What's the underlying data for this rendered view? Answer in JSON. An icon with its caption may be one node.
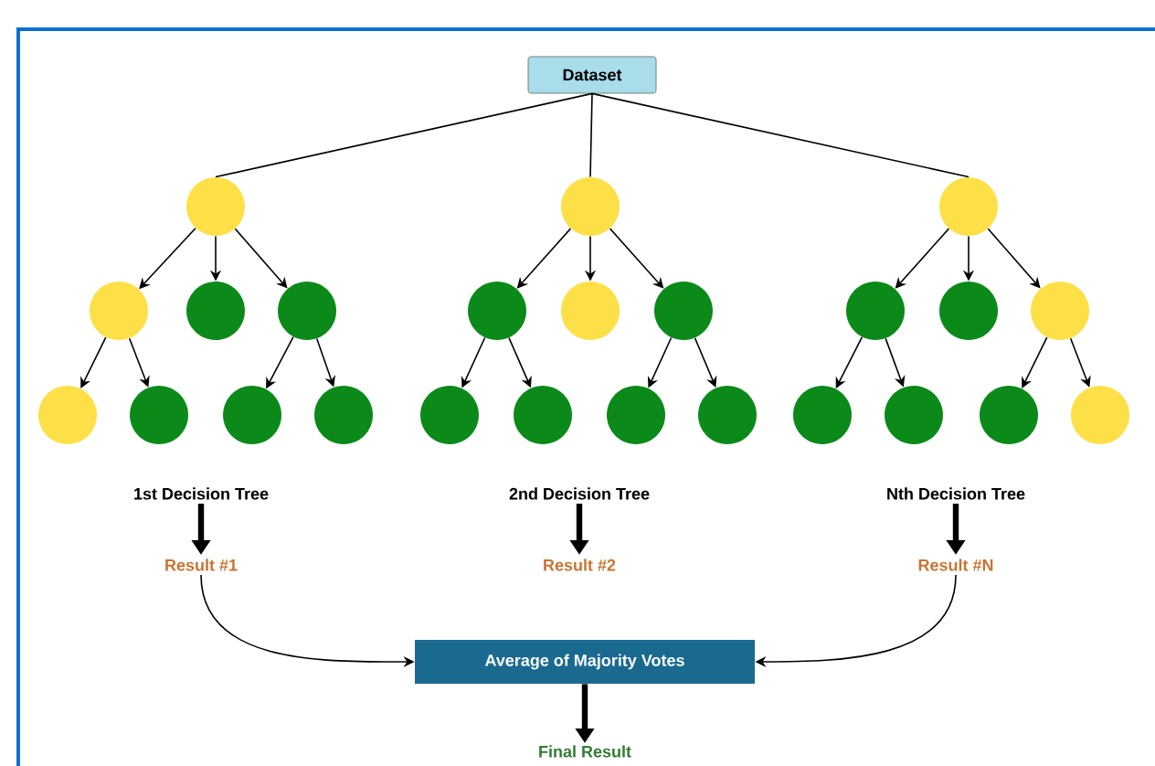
{
  "diagram": {
    "nodes": [
      {
        "text": [
          "Dataset"
        ]
      },
      {
        "text": [],
        "shape": "circle"
      },
      {
        "text": [],
        "shape": "circle"
      },
      {
        "text": [],
        "shape": "circle"
      },
      {
        "text": [],
        "shape": "circle"
      },
      {
        "text": [],
        "shape": "circle"
      },
      {
        "text": [],
        "shape": "circle"
      },
      {
        "text": [],
        "shape": "circle"
      },
      {
        "text": [],
        "shape": "circle"
      },
      {
        "text": [],
        "shape": "circle"
      },
      {
        "text": [],
        "shape": "circle"
      },
      {
        "text": [],
        "shape": "circle"
      },
      {
        "text": [],
        "shape": "circle"
      },
      {
        "text": [],
        "shape": "circle"
      },
      {
        "text": [],
        "shape": "circle"
      },
      {
        "text": [],
        "shape": "circle"
      },
      {
        "text": [],
        "shape": "circle"
      },
      {
        "text": [],
        "shape": "circle"
      },
      {
        "text": [],
        "shape": "circle"
      },
      {
        "text": [],
        "shape": "circle"
      },
      {
        "text": [],
        "shape": "circle"
      },
      {
        "text": [],
        "shape": "circle"
      },
      {
        "text": [],
        "shape": "circle"
      },
      {
        "text": [],
        "shape": "circle"
      },
      {
        "text": [],
        "shape": "circle"
      },
      {
        "text": [
          "1st Decision Tree"
        ]
      },
      {
        "text": [
          "2nd Decision Tree"
        ]
      },
      {
        "text": [
          "Nth Decision Tree"
        ]
      },
      {
        "text": [
          "Result #1"
        ]
      },
      {
        "text": [
          "Result #2"
        ]
      },
      {
        "text": [
          "Result #N"
        ]
      },
      {
        "text": [
          "Average of Majority Votes"
        ]
      },
      {
        "text": [
          "Final Result"
        ]
      }
    ],
    "edges": [
      {
        "from": 0,
        "to": 1,
        "arrow": "none"
      },
      {
        "from": 0,
        "to": 9,
        "arrow": "none"
      },
      {
        "from": 0,
        "to": 17,
        "arrow": "none"
      },
      {
        "from": 1,
        "to": 2,
        "arrow": "to"
      },
      {
        "from": 1,
        "to": 3,
        "arrow": "to"
      },
      {
        "from": 1,
        "to": 4,
        "arrow": "to"
      },
      {
        "from": 2,
        "to": 5,
        "arrow": "to"
      },
      {
        "from": 2,
        "to": 6,
        "arrow": "to"
      },
      {
        "from": 4,
        "to": 7,
        "arrow": "to"
      },
      {
        "from": 4,
        "to": 8,
        "arrow": "to"
      },
      {
        "from": 9,
        "to": 10,
        "arrow": "to"
      },
      {
        "from": 9,
        "to": 11,
        "arrow": "to"
      },
      {
        "from": 9,
        "to": 12,
        "arrow": "to"
      },
      {
        "from": 10,
        "to": 13,
        "arrow": "to"
      },
      {
        "from": 10,
        "to": 14,
        "arrow": "to"
      },
      {
        "from": 12,
        "to": 15,
        "arrow": "to"
      },
      {
        "from": 12,
        "to": 16,
        "arrow": "to"
      },
      {
        "from": 17,
        "to": 18,
        "arrow": "to"
      },
      {
        "from": 17,
        "to": 19,
        "arrow": "to"
      },
      {
        "from": 17,
        "to": 20,
        "arrow": "to"
      },
      {
        "from": 18,
        "to": 21,
        "arrow": "to"
      },
      {
        "from": 18,
        "to": 22,
        "arrow": "to"
      },
      {
        "from": 20,
        "to": 23,
        "arrow": "to"
      },
      {
        "from": 20,
        "to": 24,
        "arrow": "to"
      },
      {
        "from": 25,
        "to": 28,
        "arrow": "to",
        "style": "thick"
      },
      {
        "from": 26,
        "to": 29,
        "arrow": "to",
        "style": "thick"
      },
      {
        "from": 27,
        "to": 30,
        "arrow": "to",
        "style": "thick"
      },
      {
        "from": 28,
        "to": 31,
        "arrow": "to"
      },
      {
        "from": 30,
        "to": 31,
        "arrow": "to"
      },
      {
        "from": 31,
        "to": 32,
        "arrow": "to",
        "style": "thick"
      }
    ]
  }
}
